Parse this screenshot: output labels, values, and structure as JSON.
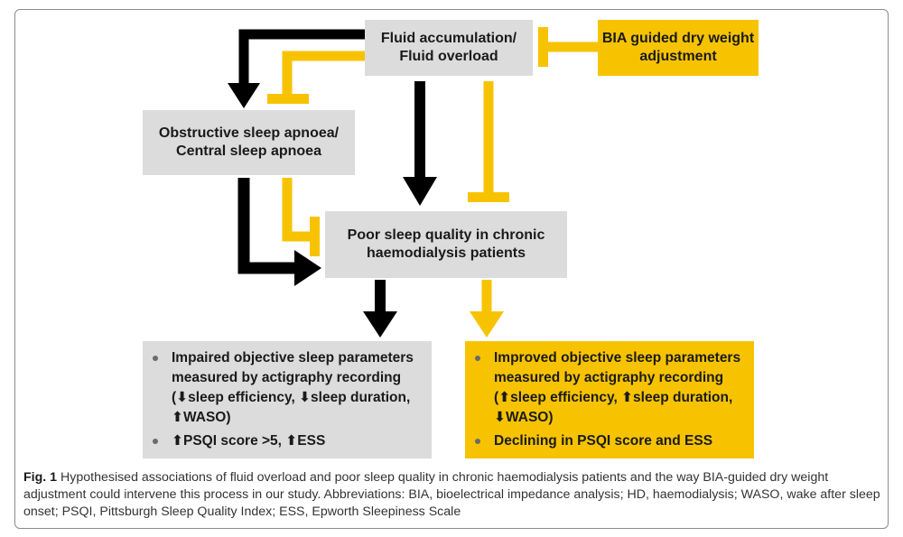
{
  "boxes": {
    "fluid": {
      "line1": "Fluid accumulation/",
      "line2": "Fluid overload"
    },
    "bia": {
      "line1": "BIA guided dry weight",
      "line2": "adjustment"
    },
    "apnoea": {
      "line1": "Obstructive sleep apnoea/",
      "line2": "Central sleep apnoea"
    },
    "poor_sleep": {
      "line1": "Poor sleep quality in chronic",
      "line2": "haemodialysis patients"
    }
  },
  "impaired": {
    "item1": [
      "Impaired objective sleep parameters",
      "measured by actigraphy recording",
      "(⬇sleep efficiency, ⬇sleep duration,",
      "⬆WASO)"
    ],
    "item2": "⬆PSQI score >5, ⬆ESS"
  },
  "improved": {
    "item1": [
      "Improved objective sleep parameters",
      "measured by actigraphy recording",
      "(⬆sleep efficiency, ⬆sleep duration,",
      "⬇WASO)"
    ],
    "item2": "Declining in PSQI score and ESS"
  },
  "caption": {
    "label": "Fig. 1",
    "text": " Hypothesised associations of fluid overload and poor sleep quality in chronic haemodialysis patients and the way BIA-guided dry weight adjustment could intervene this process in our study. Abbreviations: BIA, bioelectrical impedance analysis; HD, haemodialysis; WASO, wake after sleep onset; PSQI, Pittsburgh Sleep Quality Index; ESS, Epworth Sleepiness Scale"
  },
  "colors": {
    "gray": "#dcdcdc",
    "gold": "#f7c300",
    "black": "#000000"
  }
}
